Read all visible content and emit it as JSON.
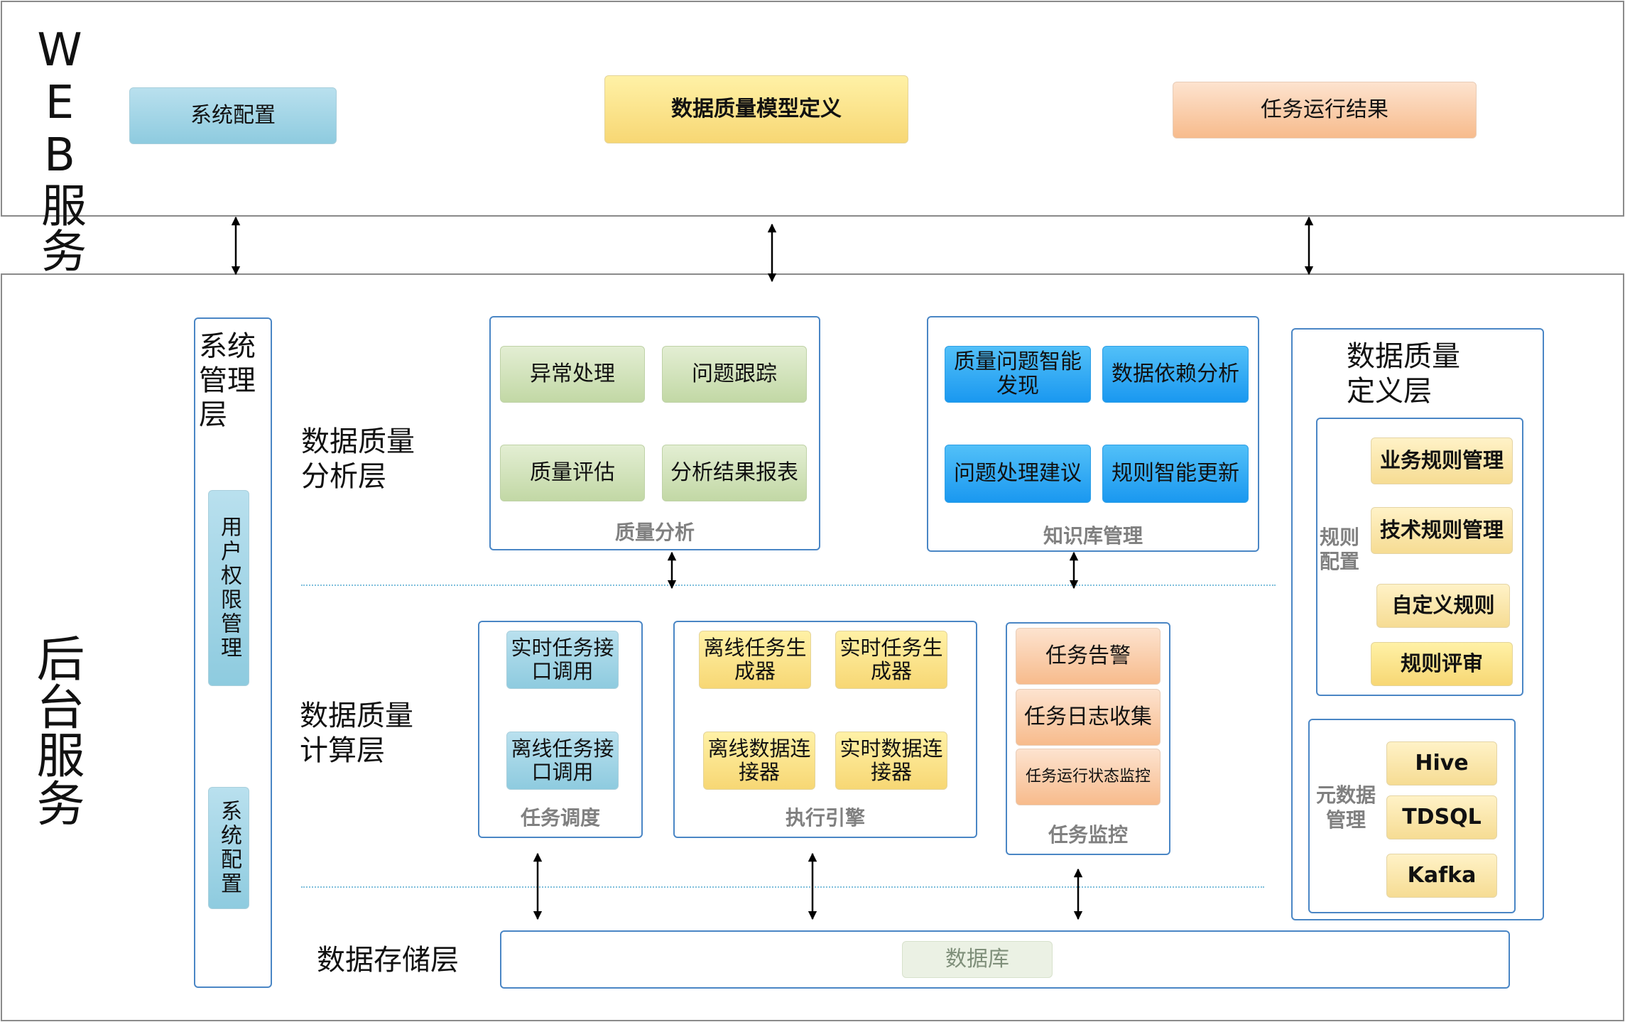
{
  "web": {
    "title": "WEB服务",
    "buttons": [
      {
        "label": "系统配置"
      },
      {
        "label": "数据质量模型定义"
      },
      {
        "label": "任务运行结果"
      }
    ]
  },
  "backend": {
    "title": "后台服务",
    "sys_layer": {
      "title": "系统管理层",
      "items": [
        {
          "label": "用户权限管理"
        },
        {
          "label": "系统配置"
        }
      ]
    },
    "analysis_layer": {
      "title": "数据质量分析层",
      "quality": {
        "caption": "质量分析",
        "items": [
          {
            "label": "异常处理"
          },
          {
            "label": "问题跟踪"
          },
          {
            "label": "质量评估"
          },
          {
            "label": "分析结果报表"
          }
        ]
      },
      "knowledge": {
        "caption": "知识库管理",
        "items": [
          {
            "label": "质量问题智能发现"
          },
          {
            "label": "数据依赖分析"
          },
          {
            "label": "问题处理建议"
          },
          {
            "label": "规则智能更新"
          }
        ]
      }
    },
    "compute_layer": {
      "title": "数据质量计算层",
      "scheduling": {
        "caption": "任务调度",
        "items": [
          {
            "label": "实时任务接口调用"
          },
          {
            "label": "离线任务接口调用"
          }
        ]
      },
      "engine": {
        "caption": "执行引擎",
        "items": [
          {
            "label": "离线任务生成器"
          },
          {
            "label": "实时任务生成器"
          },
          {
            "label": "离线数据连接器"
          },
          {
            "label": "实时数据连接器"
          }
        ]
      },
      "monitor": {
        "caption": "任务监控",
        "items": [
          {
            "label": "任务告警"
          },
          {
            "label": "任务日志收集"
          },
          {
            "label": "任务运行状态监控"
          }
        ]
      }
    },
    "storage_layer": {
      "title": "数据存储层",
      "db": "数据库"
    },
    "definition_layer": {
      "title": "数据质量定义层",
      "rules": {
        "caption": "规则配置",
        "items": [
          {
            "label": "业务规则管理"
          },
          {
            "label": "技术规则管理"
          },
          {
            "label": "自定义规则"
          },
          {
            "label": "规则评审"
          }
        ]
      },
      "metadata": {
        "caption": "元数据管理",
        "items": [
          {
            "label": "Hive"
          },
          {
            "label": "TDSQL"
          },
          {
            "label": "Kafka"
          }
        ]
      }
    }
  }
}
